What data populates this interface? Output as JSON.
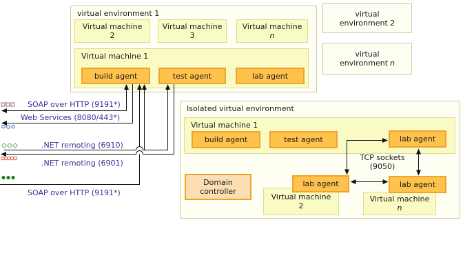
{
  "colors": {
    "agent_fill": "#FFC24D",
    "agent_border": "#F0A22E",
    "vm_fill": "#FAFAC5",
    "vm_border": "#DCDC96",
    "env_fill": "#FEFEF2",
    "env_border": "#CBCBA4",
    "domain_controller_fill": "#FBDFB2",
    "protocol_text": "#333399",
    "line": "#111111",
    "icon_squares": "#996666",
    "icon_circles_blue": "#4466BB",
    "icon_diamonds_green": "#7FAF7F",
    "icon_circles_red": "#DD5533",
    "icon_dots_green": "#1F7F1F"
  },
  "ve1": {
    "title": "virtual environment 1",
    "vms": [
      {
        "line1": "Virtual machine",
        "line2": "2"
      },
      {
        "line1": "Virtual machine",
        "line2": "3"
      },
      {
        "line1": "Virtual machine",
        "line2": "n"
      }
    ],
    "vm1": {
      "title": "Virtual machine 1",
      "agents": [
        {
          "label": "build agent"
        },
        {
          "label": "test agent"
        },
        {
          "label": "lab agent"
        }
      ]
    }
  },
  "ve2": {
    "line1": "virtual",
    "line2": "environment 2"
  },
  "ven": {
    "line1": "virtual",
    "line2_prefix": "environment",
    "n": "n"
  },
  "isolated": {
    "title": "Isolated virtual environment",
    "vm1": {
      "title": "Virtual machine 1",
      "agents": [
        {
          "label": "build agent"
        },
        {
          "label": "test agent"
        },
        {
          "label": "lab agent"
        }
      ]
    },
    "tcp": {
      "line1": "TCP sockets",
      "line2": "(9050)"
    },
    "domain_controller": {
      "line1": "Domain",
      "line2": "controller"
    },
    "lab_agent_mid": {
      "label": "lab agent"
    },
    "lab_agent_right": {
      "label": "lab agent"
    },
    "vm2": {
      "line1": "Virtual machine",
      "line2": "2"
    },
    "vmn": {
      "line1": "Virtual machine",
      "n": "n"
    }
  },
  "protocols": [
    {
      "label": "SOAP over HTTP (9191*)",
      "icon": "three-open-squares",
      "icon_color": "#996666"
    },
    {
      "label": "Web Services (8080/443*)",
      "icon": "three-open-circles-blue",
      "icon_color": "#4466BB"
    },
    {
      "label": ".NET remoting (6910)",
      "icon": "three-open-diamonds-green",
      "icon_color": "#7FAF7F"
    },
    {
      "label": ".NET remoting (6901)",
      "icon": "five-open-circles-red",
      "icon_color": "#DD5533"
    },
    {
      "label": "SOAP over HTTP (9191*)",
      "icon": "three-filled-dots-green",
      "icon_color": "#1F7F1F"
    }
  ]
}
